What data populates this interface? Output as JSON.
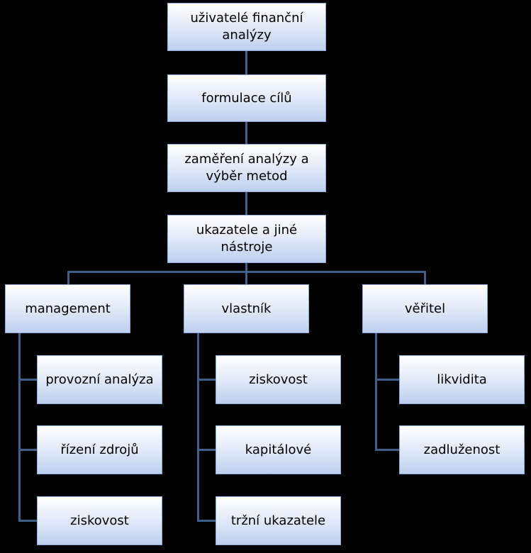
{
  "colors": {
    "background": "#000000",
    "connector": "#3e5f8a",
    "box_border": "#8eaadb",
    "box_fill_top": "#ffffff",
    "box_fill_bottom": "#bdd0ee",
    "text": "#000000"
  },
  "chain": [
    {
      "label": "uživatelé finanční analýzy"
    },
    {
      "label": "formulace cílů"
    },
    {
      "label": "zaměření analýzy a výběr metod"
    },
    {
      "label": "ukazatele a jiné nástroje"
    }
  ],
  "groups": [
    {
      "label": "management",
      "items": [
        "provozní analýza",
        "řízení zdrojů",
        "ziskovost"
      ]
    },
    {
      "label": "vlastník",
      "items": [
        "ziskovost",
        "kapitálové",
        "tržní ukazatele"
      ]
    },
    {
      "label": "věřitel",
      "items": [
        "likvidita",
        "zadluženost"
      ]
    }
  ]
}
